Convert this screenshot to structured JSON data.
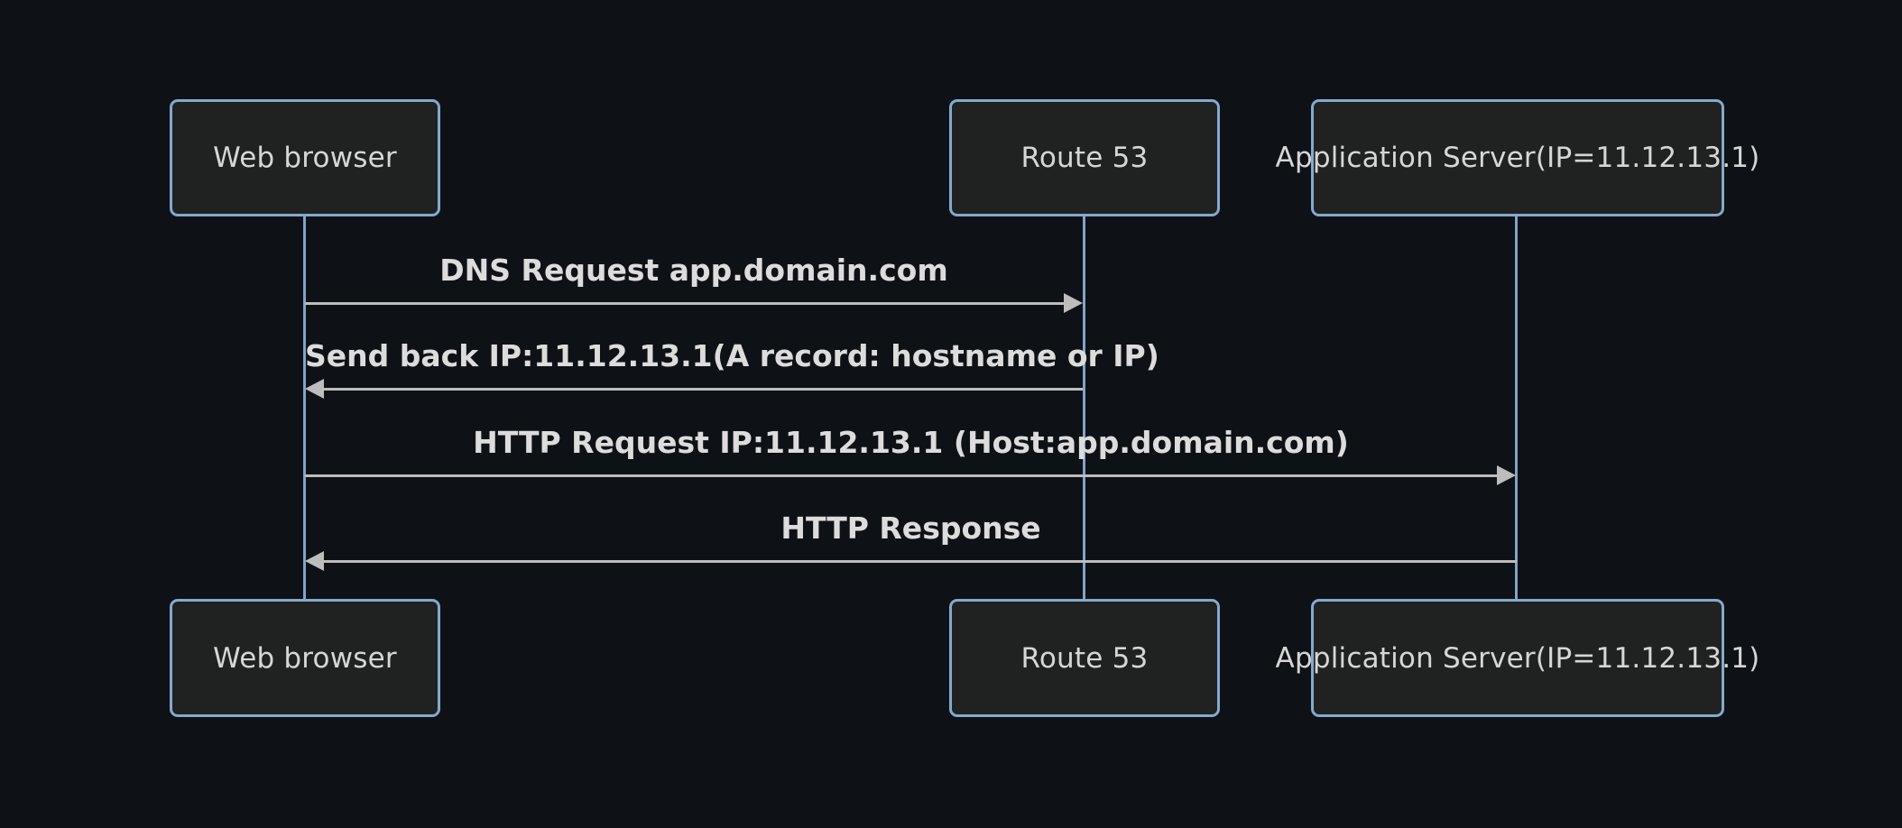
{
  "diagram": {
    "type": "sequence",
    "actors": [
      {
        "id": "web-browser",
        "label": "Web browser"
      },
      {
        "id": "route-53",
        "label": "Route 53"
      },
      {
        "id": "app-server",
        "label": "Application Server(IP=11.12.13.1)"
      }
    ],
    "messages": [
      {
        "from": "web-browser",
        "to": "route-53",
        "label": "DNS Request app.domain.com",
        "direction": "right",
        "line_style": "solid",
        "arrowhead": "filled"
      },
      {
        "from": "route-53",
        "to": "web-browser",
        "label": "Send back IP:11.12.13.1(A record: hostname or IP)",
        "direction": "left",
        "line_style": "solid",
        "arrowhead": "filled"
      },
      {
        "from": "web-browser",
        "to": "app-server",
        "label": "HTTP Request IP:11.12.13.1 (Host:app.domain.com)",
        "direction": "right",
        "line_style": "solid",
        "arrowhead": "filled"
      },
      {
        "from": "app-server",
        "to": "web-browser",
        "label": "HTTP Response",
        "direction": "left",
        "line_style": "solid",
        "arrowhead": "filled"
      }
    ]
  },
  "theme": {
    "background": "#0e1116",
    "actor_fill": "#1f2221",
    "actor_border": "#85a9cd",
    "actor_text": "#d6d6d6",
    "lifeline": "#82a3c8",
    "arrow": "#bdbdbd",
    "message_text": "#dcdcdc"
  }
}
